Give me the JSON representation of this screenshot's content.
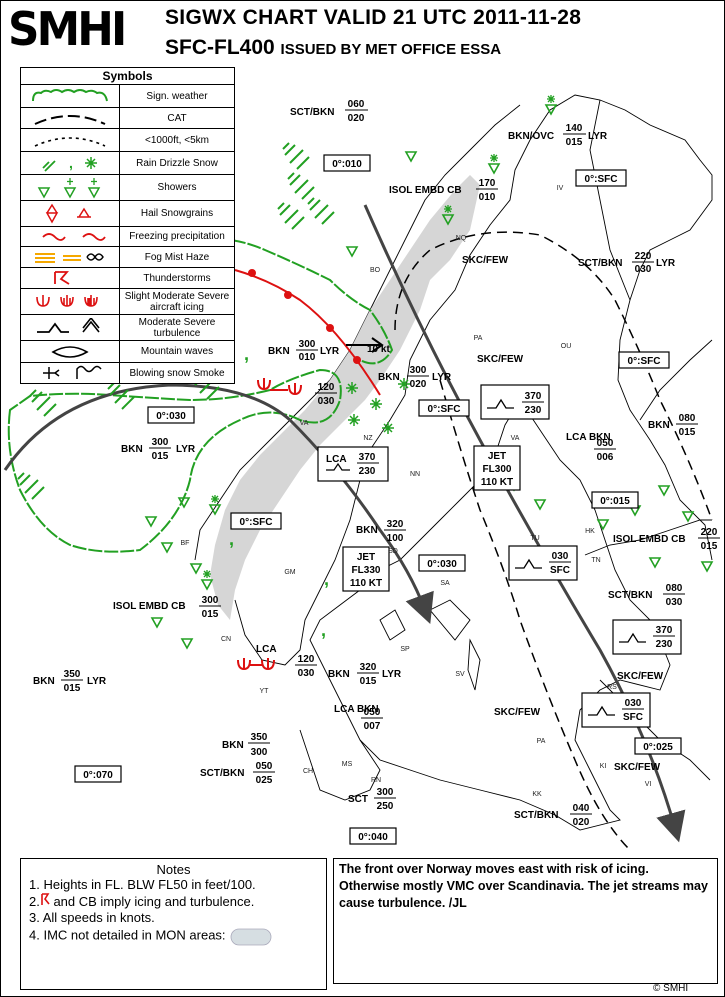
{
  "header": {
    "logo": "SMHI",
    "title_line1": "SIGWX CHART VALID 21 UTC 2011-11-28",
    "title_line2_main": "SFC-FL400",
    "title_line2_issued": "ISSUED BY MET OFFICE ESSA"
  },
  "legend": {
    "title": "Symbols",
    "rows": [
      {
        "label": "Sign. weather"
      },
      {
        "label": "CAT"
      },
      {
        "label": "<1000ft, <5km"
      },
      {
        "label": "Rain  Drizzle  Snow"
      },
      {
        "label": "Showers"
      },
      {
        "label": "Hail  Snowgrains"
      },
      {
        "label": "Freezing precipitation"
      },
      {
        "label": "Fog  Mist  Haze"
      },
      {
        "label": "Thunderstorms"
      },
      {
        "label": "Slight  Moderate Severe aircraft icing"
      },
      {
        "label": "Moderate  Severe turbulence"
      },
      {
        "label": "Mountain waves"
      },
      {
        "label": "Blowing snow  Smoke"
      }
    ]
  },
  "map": {
    "colors": {
      "weather": "#22a022",
      "front": "#dd1111",
      "imc": "#d6d6d6",
      "jet": "#444444"
    },
    "freezing_levels": [
      "0°:010",
      "0°:SFC",
      "0°:030",
      "0°:SFC",
      "0°:SFC",
      "0°:015",
      "0°:030",
      "0°:025",
      "0°:070",
      "0°:040"
    ],
    "cloud_labels": [
      {
        "text": "SCT/BKN",
        "base": "020",
        "top": "060"
      },
      {
        "text": "BKN/OVC",
        "base": "015",
        "top": "140",
        "suffix": "LYR"
      },
      {
        "text": "ISOL EMBD CB",
        "base": "010",
        "top": "170"
      },
      {
        "text": "SCT/BKN",
        "base": "030",
        "top": "220",
        "suffix": "LYR"
      },
      {
        "text": "SKC/FEW"
      },
      {
        "text": "BKN",
        "base": "010",
        "top": "300",
        "suffix": "LYR"
      },
      {
        "text": "BKN",
        "base": "020",
        "top": "300",
        "suffix": "LYR"
      },
      {
        "text": "",
        "base": "030",
        "top": "120"
      },
      {
        "text": "SKC/FEW"
      },
      {
        "text": "BKN",
        "base": "015",
        "top": "300",
        "suffix": "LYR"
      },
      {
        "text": "LCA BKN",
        "base": "006",
        "top": "050"
      },
      {
        "text": "BKN",
        "base": "015",
        "top": "080"
      },
      {
        "text": "BKN",
        "base": "100",
        "top": "320"
      },
      {
        "text": "ISOL EMBD CB",
        "base": "015",
        "top": "220"
      },
      {
        "text": "ISOL EMBD CB",
        "base": "015",
        "top": "300"
      },
      {
        "text": "SCT/BKN",
        "base": "030",
        "top": "080"
      },
      {
        "text": "",
        "base": "030",
        "top": "120"
      },
      {
        "text": "BKN",
        "base": "015",
        "top": "320",
        "suffix": "LYR"
      },
      {
        "text": "BKN",
        "base": "015",
        "top": "350",
        "suffix": "LYR"
      },
      {
        "text": "SKC/FEW"
      },
      {
        "text": "LCA BKN",
        "base": "007",
        "top": "050"
      },
      {
        "text": "SKC/FEW"
      },
      {
        "text": "BKN",
        "base": "300",
        "top": "350"
      },
      {
        "text": "SCT/BKN",
        "base": "025",
        "top": "050"
      },
      {
        "text": "SKC/FEW"
      },
      {
        "text": "SCT",
        "base": "250",
        "top": "300"
      },
      {
        "text": "SCT/BKN",
        "base": "020",
        "top": "040"
      }
    ],
    "lca_label": "LCA",
    "wind_label": "10 kt",
    "turbulence_boxes": [
      {
        "prefix": "LCA",
        "top": "370",
        "base": "230"
      },
      {
        "top": "370",
        "base": "230"
      },
      {
        "top": "030",
        "base": "SFC"
      },
      {
        "top": "370",
        "base": "230"
      },
      {
        "top": "030",
        "base": "SFC"
      }
    ],
    "jets": [
      {
        "line1": "JET",
        "line2": "FL300",
        "line3": "110 KT"
      },
      {
        "line1": "JET",
        "line2": "FL330",
        "line3": "110 KT"
      }
    ],
    "cities": [
      "BO",
      "NQ",
      "IV",
      "PA",
      "OU",
      "VA",
      "NZ",
      "NN",
      "VA",
      "TU",
      "HK",
      "TN",
      "SD",
      "SA",
      "GM",
      "BF",
      "CN",
      "SP",
      "YT",
      "SV",
      "PA",
      "KK",
      "KI",
      "VI",
      "MS",
      "CH",
      "RN",
      "RS"
    ]
  },
  "notes": {
    "title": "Notes",
    "items": [
      "1. Heights in FL. BLW FL50 in feet/100.",
      " and CB imply icing and turbulence.",
      "3. All speeds in knots.",
      "4. IMC not detailed in MON areas:"
    ],
    "item2_prefix": "2."
  },
  "remarks": "The front over Norway moves east with risk of icing. Otherwise mostly VMC over Scandinavia. The jet streams may cause turbulence. /JL",
  "copyright": "© SMHI"
}
